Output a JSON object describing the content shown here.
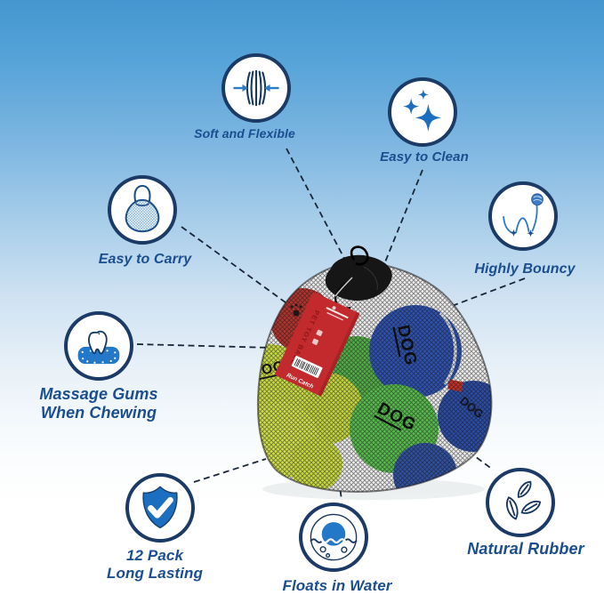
{
  "title": "Dog tennis ball pack feature infographic",
  "background": {
    "gradient_top": "#4596d0",
    "gradient_bottom": "#ffffff"
  },
  "colors": {
    "circle_border_navy": "#1b3a66",
    "icon_blue": "#1c6fbe",
    "arrow_blue": "#2e7cc4",
    "label_text_navy": "#1a4e8f",
    "connector_dash": "#18263a",
    "tag_red": "#c22a2e",
    "ball_yellow_green": "#c8da45",
    "ball_green": "#58b94e",
    "ball_blue": "#2e52ae",
    "ball_red": "#b0342e",
    "mesh_black": "#141414"
  },
  "features": [
    {
      "id": "soft-and-flexible",
      "label": "Soft and Flexible",
      "icon": "compress-arrows-icon"
    },
    {
      "id": "easy-to-clean",
      "label": "Easy to Clean",
      "icon": "sparkles-icon"
    },
    {
      "id": "easy-to-carry",
      "label": "Easy to Carry",
      "icon": "mesh-bag-icon"
    },
    {
      "id": "highly-bouncy",
      "label": "Highly Bouncy",
      "icon": "bouncing-ball-icon"
    },
    {
      "id": "massage-gums",
      "line1": "Massage Gums",
      "line2": "When Chewing",
      "icon": "tooth-on-gum-icon"
    },
    {
      "id": "twelve-pack",
      "line1": "12 Pack",
      "line2": "Long Lasting",
      "icon": "shield-check-icon"
    },
    {
      "id": "floats-in-water",
      "label": "Floats in Water",
      "icon": "floating-ball-icon"
    },
    {
      "id": "natural-rubber",
      "label": "Natural Rubber",
      "icon": "leaves-icon"
    }
  ],
  "product": {
    "ball_brand": "DOG",
    "tag": {
      "title": "PET TOY BALL",
      "brand": "Run Catch"
    }
  }
}
